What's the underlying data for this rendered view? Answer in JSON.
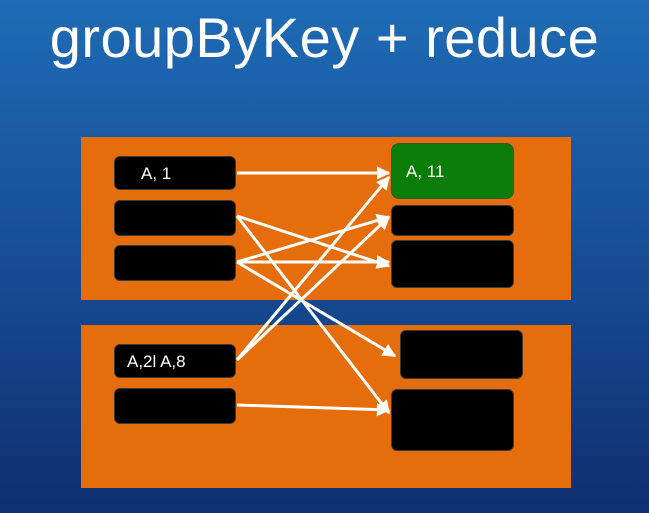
{
  "title": "groupByKey + reduce",
  "left_records": {
    "r1": "A, 1",
    "r2": "",
    "r3": "",
    "r4": "A,2l A,8",
    "r5": ""
  },
  "right_records": {
    "g1": "A, 11",
    "g2": "",
    "g3": "",
    "g4": "",
    "g5": ""
  },
  "colors": {
    "partition": "#e56d0c",
    "record": "#000000",
    "result": "#0a7d09",
    "arrow": "#ffffff"
  }
}
